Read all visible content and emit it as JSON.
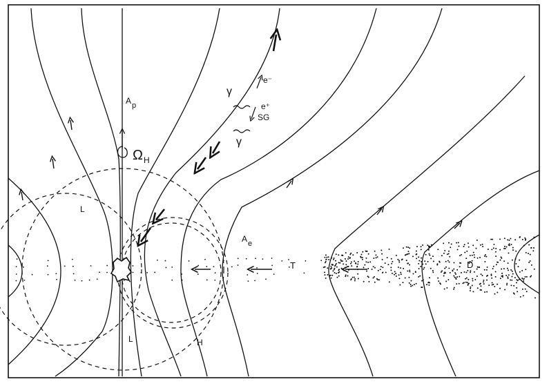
{
  "labels": {
    "ap_main": "A",
    "ap_sub": "p",
    "omega_main": "Ω",
    "omega_sub": "H",
    "ae_main": "A",
    "ae_sub": "e",
    "l_left": "L",
    "l_bottom": "L",
    "h": "H",
    "t": "T",
    "d": "D",
    "gamma_top": "γ",
    "gamma_bottom": "γ",
    "e_minus": "e⁻",
    "e_plus": "e⁺",
    "sg": "SG"
  }
}
